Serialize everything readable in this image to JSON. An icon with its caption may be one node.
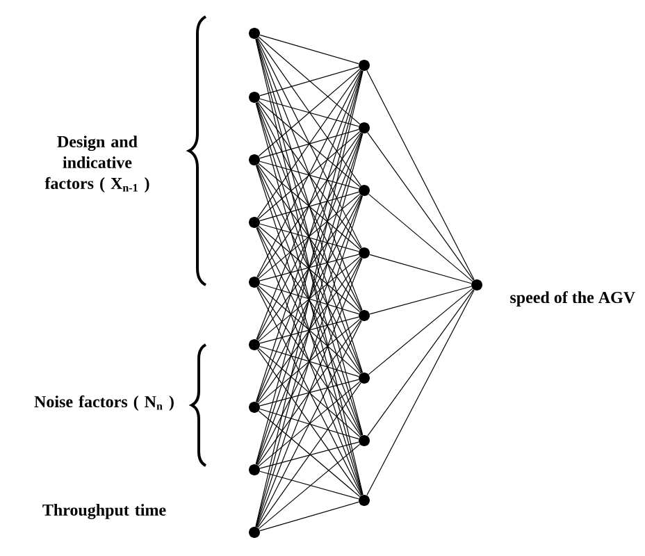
{
  "diagram": {
    "nodes": [
      {
        "text": [],
        "shape": "circle"
      },
      {
        "text": [],
        "shape": "circle"
      },
      {
        "text": [],
        "shape": "circle"
      },
      {
        "text": [],
        "shape": "circle"
      },
      {
        "text": [],
        "shape": "circle"
      },
      {
        "text": [],
        "shape": "circle"
      },
      {
        "text": [],
        "shape": "circle"
      },
      {
        "text": [],
        "shape": "circle"
      },
      {
        "text": [],
        "shape": "circle"
      },
      {
        "text": [],
        "shape": "circle"
      },
      {
        "text": [],
        "shape": "circle"
      },
      {
        "text": [],
        "shape": "circle"
      },
      {
        "text": [],
        "shape": "circle"
      },
      {
        "text": [],
        "shape": "circle"
      },
      {
        "text": [],
        "shape": "circle"
      },
      {
        "text": [],
        "shape": "circle"
      },
      {
        "text": [],
        "shape": "circle"
      },
      {
        "text": [],
        "shape": "circle",
        "beside": [
          "speed of the AGV"
        ]
      }
    ],
    "edges": [
      {
        "from": 0,
        "to": 9,
        "arrow": "none"
      },
      {
        "from": 0,
        "to": 10,
        "arrow": "none"
      },
      {
        "from": 0,
        "to": 11,
        "arrow": "none"
      },
      {
        "from": 0,
        "to": 12,
        "arrow": "none"
      },
      {
        "from": 0,
        "to": 13,
        "arrow": "none"
      },
      {
        "from": 0,
        "to": 14,
        "arrow": "none"
      },
      {
        "from": 0,
        "to": 15,
        "arrow": "none"
      },
      {
        "from": 0,
        "to": 16,
        "arrow": "none"
      },
      {
        "from": 1,
        "to": 9,
        "arrow": "none"
      },
      {
        "from": 1,
        "to": 10,
        "arrow": "none"
      },
      {
        "from": 1,
        "to": 11,
        "arrow": "none"
      },
      {
        "from": 1,
        "to": 12,
        "arrow": "none"
      },
      {
        "from": 1,
        "to": 13,
        "arrow": "none"
      },
      {
        "from": 1,
        "to": 14,
        "arrow": "none"
      },
      {
        "from": 1,
        "to": 15,
        "arrow": "none"
      },
      {
        "from": 1,
        "to": 16,
        "arrow": "none"
      },
      {
        "from": 2,
        "to": 9,
        "arrow": "none"
      },
      {
        "from": 2,
        "to": 10,
        "arrow": "none"
      },
      {
        "from": 2,
        "to": 11,
        "arrow": "none"
      },
      {
        "from": 2,
        "to": 12,
        "arrow": "none"
      },
      {
        "from": 2,
        "to": 13,
        "arrow": "none"
      },
      {
        "from": 2,
        "to": 14,
        "arrow": "none"
      },
      {
        "from": 2,
        "to": 15,
        "arrow": "none"
      },
      {
        "from": 2,
        "to": 16,
        "arrow": "none"
      },
      {
        "from": 3,
        "to": 9,
        "arrow": "none"
      },
      {
        "from": 3,
        "to": 10,
        "arrow": "none"
      },
      {
        "from": 3,
        "to": 11,
        "arrow": "none"
      },
      {
        "from": 3,
        "to": 12,
        "arrow": "none"
      },
      {
        "from": 3,
        "to": 13,
        "arrow": "none"
      },
      {
        "from": 3,
        "to": 14,
        "arrow": "none"
      },
      {
        "from": 3,
        "to": 15,
        "arrow": "none"
      },
      {
        "from": 3,
        "to": 16,
        "arrow": "none"
      },
      {
        "from": 4,
        "to": 9,
        "arrow": "none"
      },
      {
        "from": 4,
        "to": 10,
        "arrow": "none"
      },
      {
        "from": 4,
        "to": 11,
        "arrow": "none"
      },
      {
        "from": 4,
        "to": 12,
        "arrow": "none"
      },
      {
        "from": 4,
        "to": 13,
        "arrow": "none"
      },
      {
        "from": 4,
        "to": 14,
        "arrow": "none"
      },
      {
        "from": 4,
        "to": 15,
        "arrow": "none"
      },
      {
        "from": 4,
        "to": 16,
        "arrow": "none"
      },
      {
        "from": 5,
        "to": 9,
        "arrow": "none"
      },
      {
        "from": 5,
        "to": 10,
        "arrow": "none"
      },
      {
        "from": 5,
        "to": 11,
        "arrow": "none"
      },
      {
        "from": 5,
        "to": 12,
        "arrow": "none"
      },
      {
        "from": 5,
        "to": 13,
        "arrow": "none"
      },
      {
        "from": 5,
        "to": 14,
        "arrow": "none"
      },
      {
        "from": 5,
        "to": 15,
        "arrow": "none"
      },
      {
        "from": 5,
        "to": 16,
        "arrow": "none"
      },
      {
        "from": 6,
        "to": 9,
        "arrow": "none"
      },
      {
        "from": 6,
        "to": 10,
        "arrow": "none"
      },
      {
        "from": 6,
        "to": 11,
        "arrow": "none"
      },
      {
        "from": 6,
        "to": 12,
        "arrow": "none"
      },
      {
        "from": 6,
        "to": 13,
        "arrow": "none"
      },
      {
        "from": 6,
        "to": 14,
        "arrow": "none"
      },
      {
        "from": 6,
        "to": 15,
        "arrow": "none"
      },
      {
        "from": 6,
        "to": 16,
        "arrow": "none"
      },
      {
        "from": 7,
        "to": 9,
        "arrow": "none"
      },
      {
        "from": 7,
        "to": 10,
        "arrow": "none"
      },
      {
        "from": 7,
        "to": 11,
        "arrow": "none"
      },
      {
        "from": 7,
        "to": 12,
        "arrow": "none"
      },
      {
        "from": 7,
        "to": 13,
        "arrow": "none"
      },
      {
        "from": 7,
        "to": 14,
        "arrow": "none"
      },
      {
        "from": 7,
        "to": 15,
        "arrow": "none"
      },
      {
        "from": 7,
        "to": 16,
        "arrow": "none"
      },
      {
        "from": 8,
        "to": 9,
        "arrow": "none"
      },
      {
        "from": 8,
        "to": 10,
        "arrow": "none"
      },
      {
        "from": 8,
        "to": 11,
        "arrow": "none"
      },
      {
        "from": 8,
        "to": 12,
        "arrow": "none"
      },
      {
        "from": 8,
        "to": 13,
        "arrow": "none"
      },
      {
        "from": 8,
        "to": 14,
        "arrow": "none"
      },
      {
        "from": 8,
        "to": 15,
        "arrow": "none"
      },
      {
        "from": 8,
        "to": 16,
        "arrow": "none"
      },
      {
        "from": 9,
        "to": 17,
        "arrow": "none"
      },
      {
        "from": 10,
        "to": 17,
        "arrow": "none"
      },
      {
        "from": 11,
        "to": 17,
        "arrow": "none"
      },
      {
        "from": 12,
        "to": 17,
        "arrow": "none"
      },
      {
        "from": 13,
        "to": 17,
        "arrow": "none"
      },
      {
        "from": 14,
        "to": 17,
        "arrow": "none"
      },
      {
        "from": 15,
        "to": 17,
        "arrow": "none"
      },
      {
        "from": 16,
        "to": 17,
        "arrow": "none"
      }
    ],
    "labels": [
      "Design and indicative factors ( X$_{n-1}$ )",
      "Noise factors ( N$_{n}$ )",
      "Throughput time"
    ]
  }
}
